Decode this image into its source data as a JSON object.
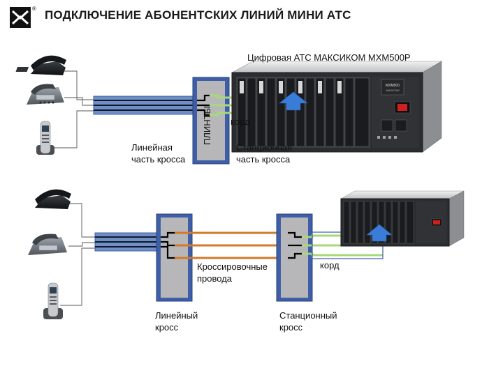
{
  "header": {
    "title": "ПОДКЛЮЧЕНИЕ АБОНЕНТСКИХ ЛИНИЙ МИНИ АТС",
    "logo_mark": "®"
  },
  "top": {
    "pbx_caption": "Цифровая АТС МАКСИКОМ MXM500P",
    "pbx_brand": "MXM500",
    "pbx_brand_sub": "MAXICOM",
    "panel_label": "ПЛИНТЫ",
    "cord_label": "корд",
    "line_part": [
      "Линейная",
      "часть кросса"
    ],
    "station_part": [
      "Станционная",
      "часть кросса"
    ]
  },
  "bottom": {
    "cord_label": "корд",
    "jumper_label": [
      "Кроссировочные",
      "провода"
    ],
    "line_cross": [
      "Линейный",
      "кросс"
    ],
    "station_cross": [
      "Станционный",
      "кросс"
    ]
  },
  "colors": {
    "cable_blue": "#6f8fc6",
    "cross_panel": "#b7b7b9",
    "cross_border": "#3e5ea8",
    "cord_green": "#a7d97a",
    "jumper_orange": "#d4782a",
    "arrow_blue": "#3a7dd8",
    "pbx_dark": "#2b2d30",
    "power_red": "#d11f1f"
  },
  "icons": [
    "logo-icon",
    "desk-phone-icon",
    "office-phone-icon",
    "dect-phone-icon",
    "arrow-up-icon",
    "pbx-chassis-icon"
  ]
}
